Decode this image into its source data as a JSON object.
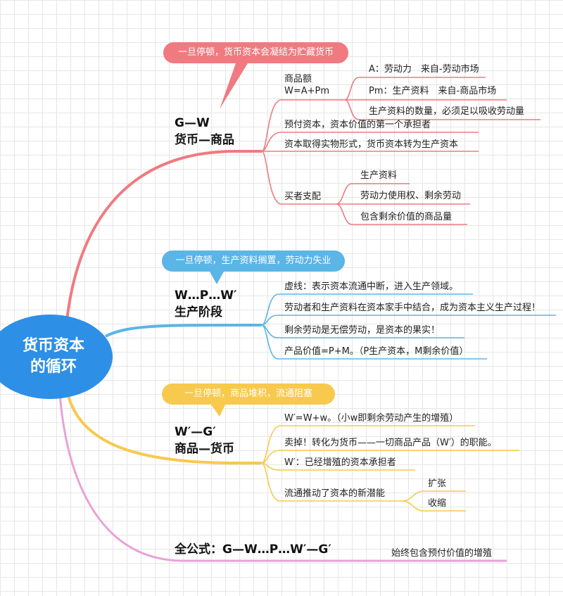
{
  "colors": {
    "red": "#f07a80",
    "blue": "#5bb5e6",
    "yellow": "#f7c94d",
    "pink": "#e8a2d8",
    "root": "#2d8fe6"
  },
  "root": {
    "line1": "货币资本",
    "line2": "的循环"
  },
  "branch1": {
    "callout": "一旦停顿，货币资本会凝结为贮藏货币",
    "title1": "G—W",
    "title2": "货币—商品",
    "goods_label1": "商品额",
    "goods_label2": "W=A+Pm",
    "goods_items": [
      "A：劳动力　来自-劳动市场",
      "Pm：生产资料　来自-商品市场",
      "生产资料的数量，必须足以吸收劳动量"
    ],
    "item_prepay": "预付资本，资本价值的第一个承担者",
    "item_form": "资本取得实物形式，货币资本转为生产资本",
    "buyer_label": "买者支配",
    "buyer_items": [
      "生产资料",
      "劳动力使用权、剩余劳动",
      "包含剩余价值的商品量"
    ]
  },
  "branch2": {
    "callout": "一旦停顿，生产资料搁置，劳动力失业",
    "title1": "W…P…W′",
    "title2": "生产阶段",
    "items": [
      "虚线：表示资本流通中断，进入生产领域。",
      "劳动者和生产资料在资本家手中结合，成为资本主义生产过程！",
      "剩余劳动是无偿劳动，是资本的果实！",
      "产品价值=P+M。（P生产资本，M剩余价值）"
    ]
  },
  "branch3": {
    "callout": "一旦停顿，商品堆积，流通阻塞",
    "title1": "W′—G′",
    "title2": "商品—货币",
    "items": [
      "W′=W+w。（小w即剩余劳动产生的增殖）",
      "卖掉！转化为货币——一切商品产品（W′）的职能。",
      "W′：已经增殖的资本承担者"
    ],
    "potential_label": "流通推动了资本的新潜能",
    "potential_items": [
      "扩张",
      "收缩"
    ]
  },
  "branch4": {
    "title": "全公式：G—W…P…W′—G′",
    "note": "始终包含预付价值的增殖"
  }
}
